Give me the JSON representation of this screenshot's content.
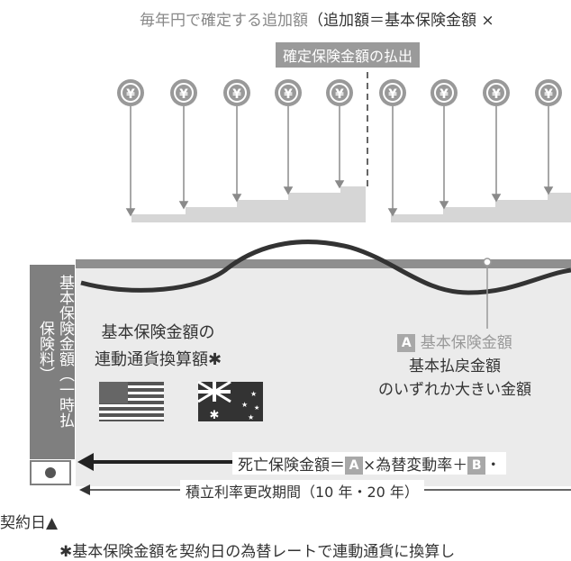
{
  "header": {
    "annual_label": "毎年円で確定する追加額",
    "formula_label": "（追加額＝基本保険金額 ×",
    "payout_label": "確定保険金額の払出"
  },
  "coin_symbol": "¥",
  "sidebar": {
    "label": "基本保険金額（一時払保険料）"
  },
  "linked": {
    "line1": "基本保険金額の",
    "line2": "連動通貨換算額",
    "asterisk": "✱"
  },
  "a_block": {
    "badge": "A",
    "line1": "基本保険金額",
    "line2": "基本払戻金額",
    "line3": "のいずれか大きい金額"
  },
  "death": {
    "prefix": "死亡保険金額＝",
    "badge_a": "A",
    "middle": "×為替変動率＋",
    "badge_b": "B",
    "suffix": "・"
  },
  "period": {
    "label": "積立利率更改期間（10 年・20 年）"
  },
  "contract": {
    "label": "契約日▲"
  },
  "footnote": {
    "mark": "✱",
    "text": "基本保険金額を契約日の為替レートで連動通貨に換算し"
  },
  "colors": {
    "gray_dark": "#7f7f7f",
    "gray_mid": "#9a9a9a",
    "gray_light": "#d0d0d0",
    "wave": "#333333"
  }
}
